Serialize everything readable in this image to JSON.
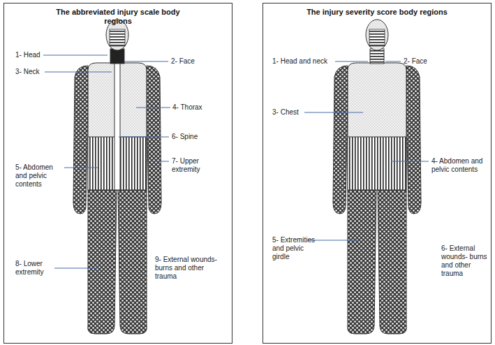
{
  "diagram": {
    "nodes": [
      {
        "text": [
          "The abbreviated injury scale body regions"
        ]
      },
      {
        "text": [
          "The injury severity score body regions"
        ]
      }
    ],
    "labels": [
      "1- Head",
      "2- Face",
      "3- Neck",
      "4- Thorax",
      "6- Spine",
      "7- Upper extremity",
      "5- Abdomen and pelvic contents",
      "8- Lower extremity",
      "9- External wounds- burns and other trauma",
      "1- Head and neck",
      "2- Face",
      "3- Chest",
      "4- Abdomen and pelvic contents",
      "5- Extremities and pelvic girdle",
      "6- External wounds- burns and other trauma"
    ]
  }
}
